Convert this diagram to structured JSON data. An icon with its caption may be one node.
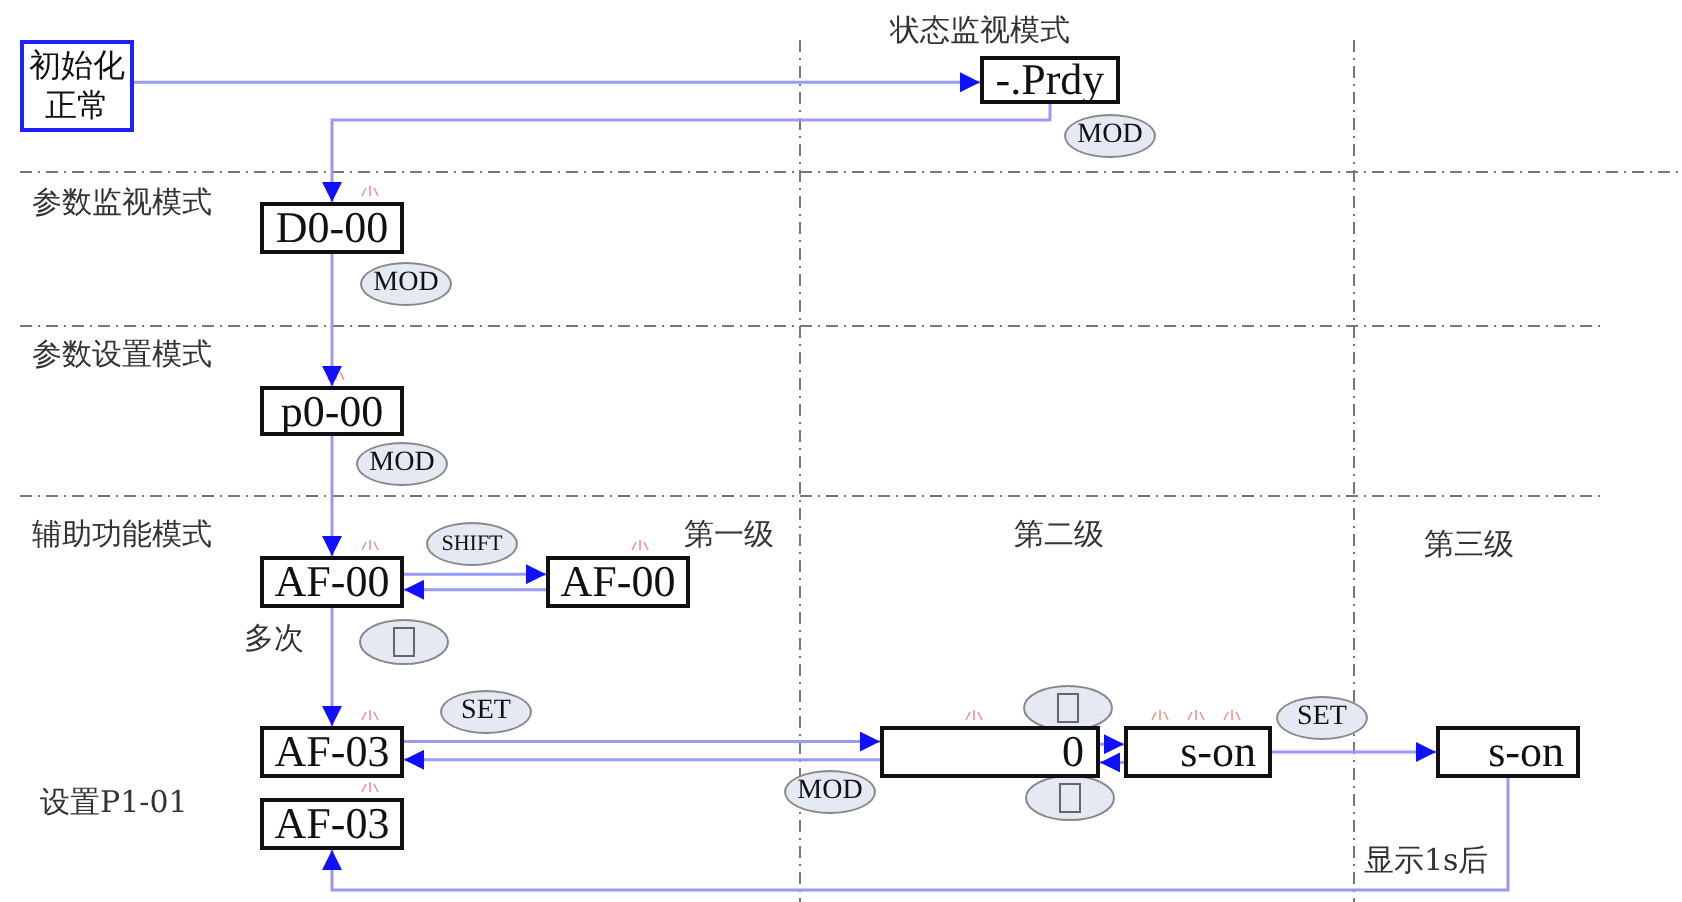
{
  "diagram": {
    "nodes": [
      {
        "text": [
          "初始化正常"
        ]
      },
      {
        "text": [
          "-.Prdy"
        ]
      },
      {
        "text": [
          "D0-00"
        ]
      },
      {
        "text": [
          "p0-00"
        ]
      },
      {
        "text": [
          "AF-00"
        ]
      },
      {
        "text": [
          "AF-00"
        ]
      },
      {
        "text": [
          "AF-03"
        ]
      },
      {
        "text": [
          "AF-03"
        ]
      },
      {
        "text": [
          "0"
        ]
      },
      {
        "text": [
          "s-on"
        ]
      },
      {
        "text": [
          "s-on"
        ]
      }
    ],
    "edges": [
      {
        "from": 0,
        "to": 1,
        "arrow": "to"
      },
      {
        "from": 1,
        "to": 2,
        "arrow": "to",
        "label": "MOD"
      },
      {
        "from": 2,
        "to": 3,
        "arrow": "to",
        "label": "MOD"
      },
      {
        "from": 3,
        "to": 4,
        "arrow": "to",
        "label": "MOD"
      },
      {
        "from": 4,
        "to": 5,
        "arrow": "to",
        "label": "SHIFT"
      },
      {
        "from": 5,
        "to": 4,
        "arrow": "to"
      },
      {
        "from": 4,
        "to": 6,
        "arrow": "to",
        "label": "多次"
      },
      {
        "from": 6,
        "to": 8,
        "arrow": "to",
        "label": "SET"
      },
      {
        "from": 8,
        "to": 6,
        "arrow": "to",
        "label": "MOD"
      },
      {
        "from": 8,
        "to": 9,
        "arrow": "to"
      },
      {
        "from": 9,
        "to": 8,
        "arrow": "to"
      },
      {
        "from": 9,
        "to": 10,
        "arrow": "to",
        "label": "SET"
      },
      {
        "from": 10,
        "to": 7,
        "arrow": "to",
        "label": "显示1s后"
      }
    ],
    "labels": [
      "状态监视模式",
      "参数监视模式",
      "参数设置模式",
      "辅助功能模式",
      "第一级",
      "第二级",
      "第三级",
      "设置P1-01"
    ]
  }
}
